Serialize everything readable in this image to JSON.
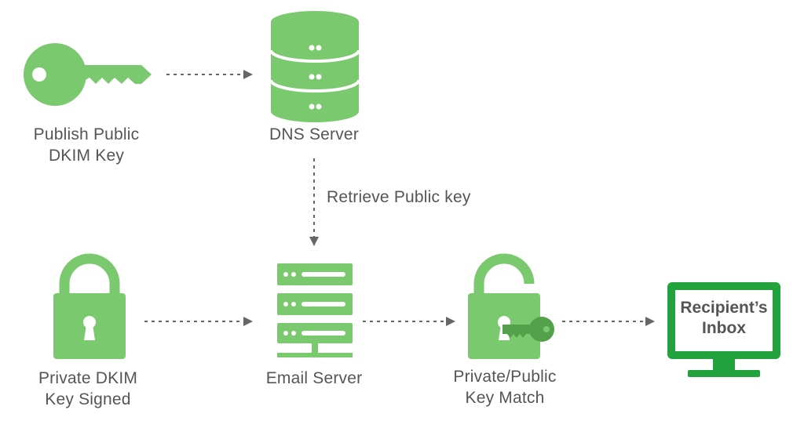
{
  "colors": {
    "primary": "#7bc96f",
    "dark_green": "#55a04a",
    "monitor": "#23a33d",
    "arrow": "#666666",
    "text": "#555555"
  },
  "nodes": {
    "publish_key": {
      "icon": "key-icon",
      "line1": "Publish Public",
      "line2": "DKIM Key"
    },
    "dns_server": {
      "icon": "database-icon",
      "line1": "DNS Server"
    },
    "private_key": {
      "icon": "lock-icon",
      "line1": "Private DKIM",
      "line2": "Key Signed"
    },
    "email_server": {
      "icon": "server-rack-icon",
      "line1": "Email Server"
    },
    "key_match": {
      "icon": "unlocked-lock-with-key-icon",
      "line1": "Private/Public",
      "line2": "Key Match"
    },
    "inbox": {
      "icon": "monitor-icon",
      "line1": "Recipient’s",
      "line2": "Inbox"
    }
  },
  "edges": {
    "retrieve_label": "Retrieve Public key"
  }
}
